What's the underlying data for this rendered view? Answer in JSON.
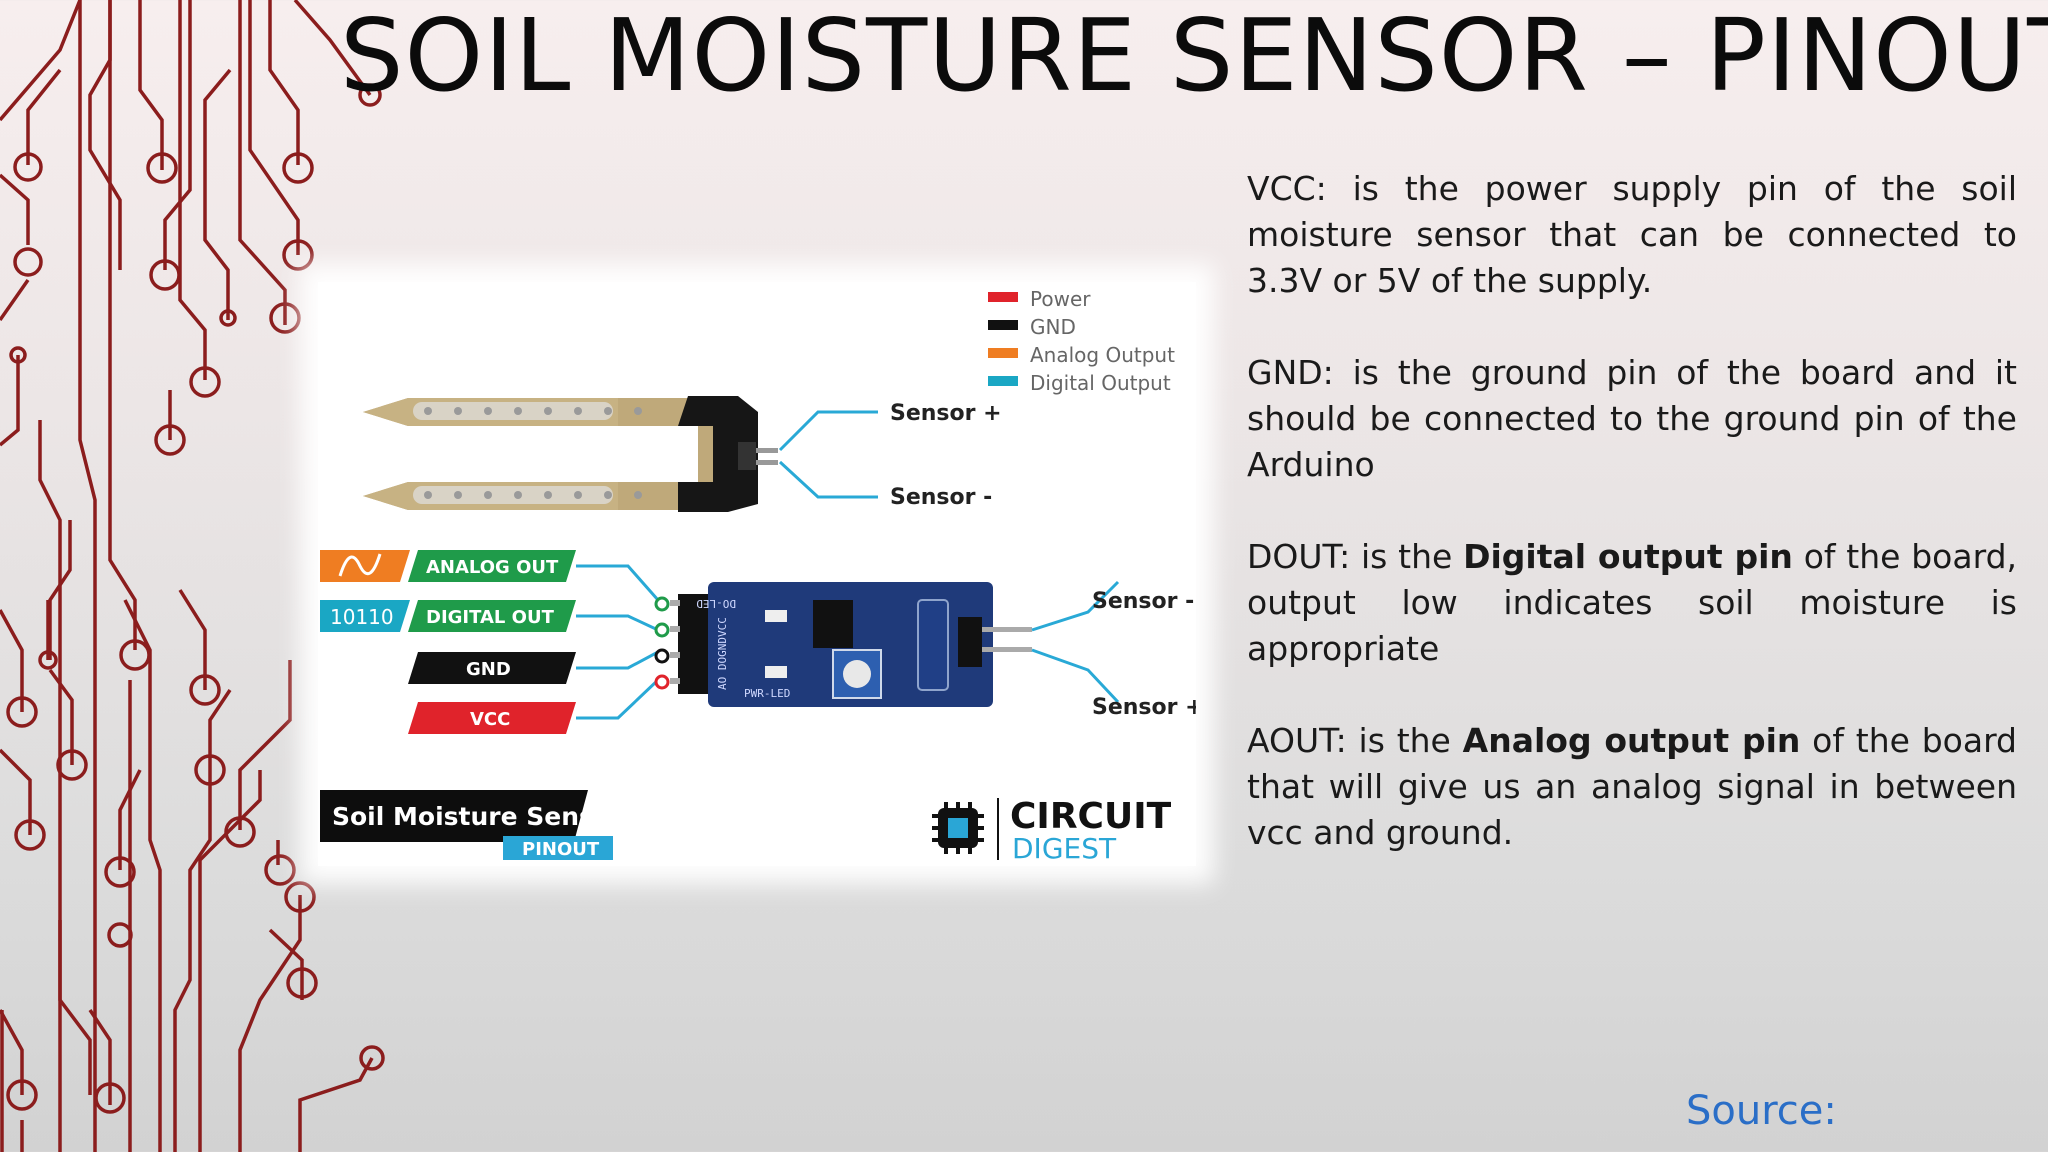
{
  "slide": {
    "title": "SOIL MOISTURE SENSOR – PINOUT",
    "source_label": "Source:"
  },
  "description": [
    {
      "pin": "VCC",
      "before": ": is the power supply pin of the soil moisture sensor that can be connected to 3.3V or 5V of the supply.",
      "bold": "",
      "after": ""
    },
    {
      "pin": "GND",
      "before": ": is the ground pin of the board and it should be connected to the ground pin of the Arduino",
      "bold": "",
      "after": ""
    },
    {
      "pin": "DOUT",
      "before": ": is the ",
      "bold": "Digital output pin",
      "after": " of the board, output low indicates soil moisture is appropriate"
    },
    {
      "pin": "AOUT",
      "before": ": is the ",
      "bold": "Analog output pin",
      "after": " of the board that will give us an analog signal in between vcc and ground."
    }
  ],
  "figure": {
    "legend": [
      "Power",
      "GND",
      "Analog Output",
      "Digital Output"
    ],
    "probe_labels": [
      "Sensor +",
      "Sensor -"
    ],
    "module_labels": [
      "Sensor -",
      "Sensor +"
    ],
    "pins": [
      {
        "icon_text": "",
        "label": "ANALOG OUT"
      },
      {
        "icon_text": "10110",
        "label": "DIGITAL OUT"
      },
      {
        "icon_text": "",
        "label": "GND"
      },
      {
        "icon_text": "",
        "label": "VCC"
      }
    ],
    "banner_title": "Soil Moisture Sensor",
    "banner_sub": "PINOUT",
    "brand_top": "CIRCUIT",
    "brand_bottom": "DIGEST",
    "board_silkscreen": [
      "AO DOGNDVCC",
      "DO-LED",
      "PWR-LED"
    ],
    "colors": {
      "power": "#e0232b",
      "gnd": "#111111",
      "analog": "#ef7d22",
      "digital": "#1aa7c4",
      "label_green": "#1f9b4a",
      "brand_blue": "#2aa6d6",
      "circuit_trace": "#8b1a1a"
    }
  }
}
